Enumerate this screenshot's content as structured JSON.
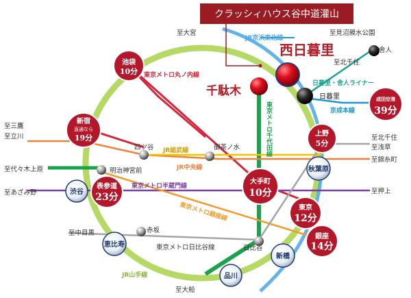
{
  "title": "クラッシィハウス谷中道灌山",
  "colors": {
    "yamanote": "#a9d14a",
    "keihin": "#48a6e6",
    "chiyoda": "#1aa24c",
    "marunouchi": "#d6253a",
    "ginza": "#f39a2b",
    "hanzomon": "#7a3fa0",
    "hibiya": "#a4a4a4",
    "jr_chuo": "#f0813a",
    "jr_sobu": "#f5c200",
    "keisei": "#1a96d4",
    "nippori_toneri": "#19a38f",
    "badge_red": "#b4162a",
    "title_bg": "#9b1b23"
  },
  "hero_stations": {
    "nishi_nippori": "西日暮里",
    "sendagi": "千駄木"
  },
  "destinations": {
    "omiya": "至大宮",
    "minuma": "至見沼親水公園",
    "kita_senju_top": "至北千住",
    "mitaka": "至三鷹",
    "tachikawa": "至立川",
    "yoyogi_uehara": "至代々木上原",
    "azamino": "至あざみ野",
    "naka_meguro": "至中目黒",
    "ofuna": "至大船",
    "kita_senju_right": "至北千住",
    "asakusa": "至浅草",
    "kinshicho": "至錦糸町",
    "oshiage": "至押上"
  },
  "line_labels": {
    "keihin_tohoku": "JR京浜東北線",
    "marunouchi": "東京メトロ丸ノ内線",
    "chiyoda": "東京メトロ千代田線",
    "nippori_toneri": "日暮里・舎人ライナー",
    "keisei": "京成本線",
    "sobu": "JR総武線",
    "chuo": "JR中央線",
    "hanzomon": "東京メトロ半蔵門線",
    "ginza": "東京メトロ銀座線",
    "hibiya": "東京メトロ日比谷線",
    "yamanote": "JR山手線"
  },
  "stations": {
    "toneri": "舎人",
    "nippori": "日暮里",
    "yotsuya": "四ツ谷",
    "ochanomizu": "御茶ノ水",
    "meiji_jingumae": "明治神宮前",
    "akasaka": "赤坂",
    "hibiya": "日比谷"
  },
  "time_badges": {
    "ikebukuro": {
      "name": "池袋",
      "minutes": "10分"
    },
    "shinjuku": {
      "name": "新宿",
      "note": "直通なら",
      "minutes": "19分"
    },
    "omotesando": {
      "name": "表参道",
      "minutes": "23分"
    },
    "otemachi": {
      "name": "大手町",
      "minutes": "10分"
    },
    "tokyo": {
      "name": "東京",
      "minutes": "12分"
    },
    "ginza": {
      "name": "銀座",
      "minutes": "14分"
    },
    "ueno": {
      "name": "上野",
      "minutes": "5分"
    },
    "narita": {
      "name": "成田空港",
      "minutes": "39分"
    }
  },
  "jr_stations": {
    "shibuya": "渋谷",
    "ebisu": "恵比寿",
    "akihabara": "秋葉原",
    "shinbashi": "新橋",
    "shinagawa": "品川"
  }
}
